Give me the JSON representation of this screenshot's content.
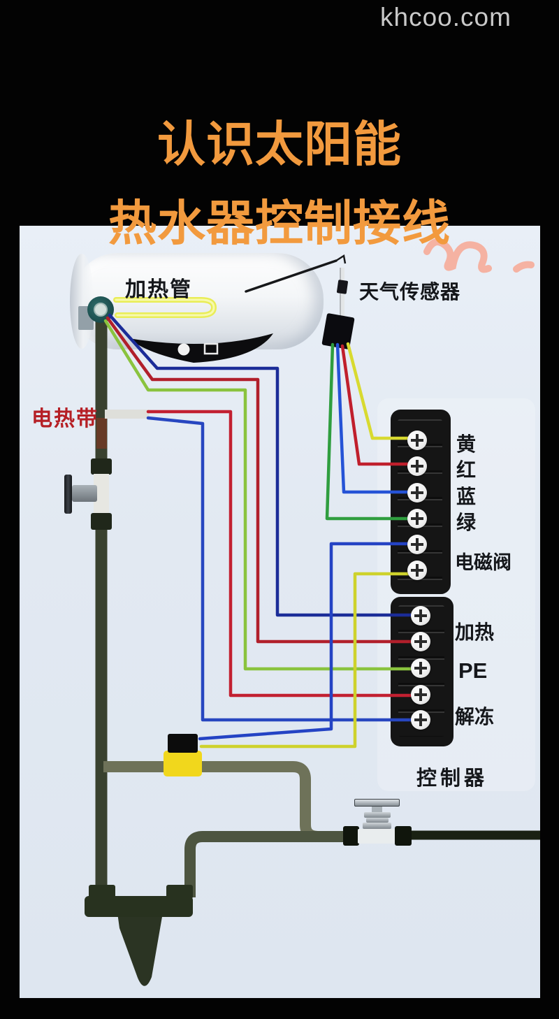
{
  "watermark": "khcoo.com",
  "title": {
    "line1": "认识太阳能",
    "line2": "热水器控制接线"
  },
  "labels": {
    "heating_tube": "加热管",
    "weather_sensor": "天气传感器",
    "heat_band": "电热带",
    "controller": "控制器"
  },
  "terminal_labels": {
    "yellow": "黄",
    "red": "红",
    "blue": "蓝",
    "green": "绿",
    "solenoid": "电磁阀",
    "heating": "加热",
    "pe": "PE",
    "defrost": "解冻"
  },
  "terminal_counts": {
    "upper_block": 6,
    "lower_block": 5
  },
  "connections": [
    {
      "from": "weather-sensor",
      "wire_color": "yellow",
      "to_terminal": "黄"
    },
    {
      "from": "weather-sensor",
      "wire_color": "red",
      "to_terminal": "红"
    },
    {
      "from": "weather-sensor",
      "wire_color": "blue",
      "to_terminal": "蓝"
    },
    {
      "from": "weather-sensor",
      "wire_color": "green",
      "to_terminal": "绿"
    },
    {
      "from": "solenoid-valve",
      "wire_color": "blue",
      "to_terminal": "电磁阀"
    },
    {
      "from": "solenoid-valve",
      "wire_color": "yellow",
      "to_terminal": "电磁阀"
    },
    {
      "from": "tank-heating-tube",
      "wire_color": "navy-blue",
      "to_terminal": "加热"
    },
    {
      "from": "tank-heating-tube",
      "wire_color": "red",
      "to_terminal": "加热"
    },
    {
      "from": "tank-heating-tube",
      "wire_color": "green",
      "to_terminal": "PE"
    },
    {
      "from": "heat-band",
      "wire_color": "red",
      "to_terminal": "解冻"
    },
    {
      "from": "heat-band",
      "wire_color": "blue",
      "to_terminal": "解冻"
    }
  ],
  "colors": {
    "title_orange": "#F29A3E",
    "watermark_gray": "#C9C9C9",
    "diagram_background": "#E2E9F2",
    "label_red": "#B51F25",
    "wire_yellow": "#D8DA30",
    "wire_red": "#C01F2C",
    "wire_blue": "#2553D6",
    "wire_navy": "#1B2C98",
    "wire_green": "#2F9E3F",
    "wire_yellow_green": "#8AC33E",
    "heating_loop_yellow": "#E9ED57",
    "pipe_dark_olive": "#39412F",
    "solenoid_valve_yellow": "#F1D71C",
    "squiggle_pink": "#F5B2A2",
    "terminal_block_black": "#151515"
  }
}
